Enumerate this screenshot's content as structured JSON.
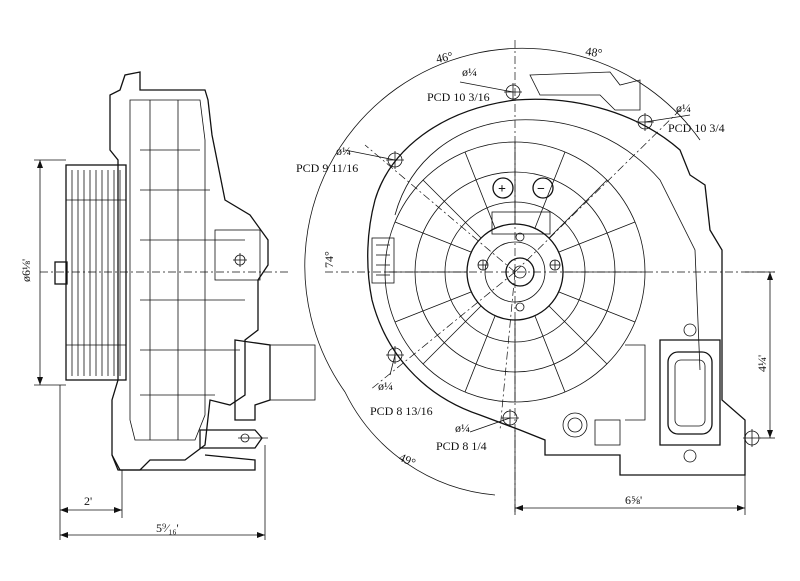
{
  "side_view": {
    "diameter_label": "ø6⅛'",
    "width_label": "2'",
    "overall_width_label": "5⁹⁄₁₆'"
  },
  "front_view": {
    "angle_top_left": "46°",
    "angle_top_right": "48°",
    "angle_left": "74°",
    "angle_bottom": "49°",
    "height_label": "4¼'",
    "width_label": "6⅝'",
    "pcd_labels": [
      "PCD 10 3/16",
      "PCD 10 3/4",
      "PCD 9 11/16",
      "PCD 8 13/16",
      "PCD 8 1/4"
    ],
    "hole_diam": "ø¼",
    "terminal_plus": "+",
    "terminal_minus": "−"
  }
}
